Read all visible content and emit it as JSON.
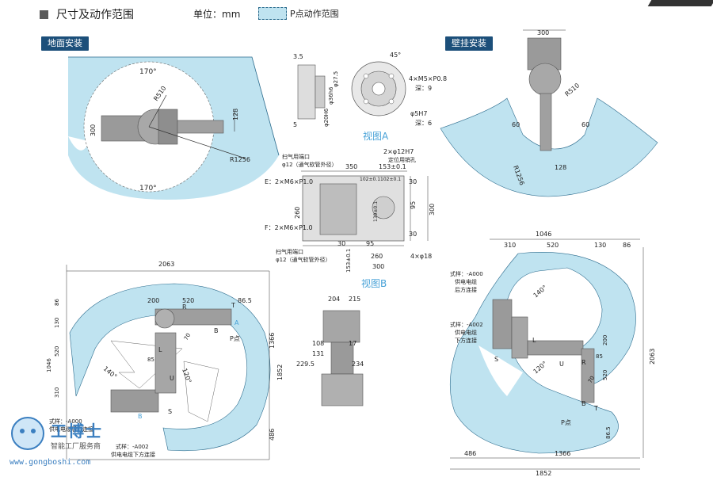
{
  "header": {
    "title": "尺寸及动作范围",
    "unit": "单位：mm",
    "legend": "P点动作范围"
  },
  "panels": {
    "floor": "地面安装",
    "wall": "壁挂安装"
  },
  "floor_top": {
    "angle1": "170°",
    "angle2": "170°",
    "r_small": "R510",
    "r_big": "R1256",
    "d300": "300",
    "d128": "128"
  },
  "view_a": {
    "title": "视图A",
    "d35": "3.5",
    "d5": "5",
    "d275": "φ27.5",
    "d36": "φ36h6",
    "d20": "φ20H6",
    "ang45": "45°",
    "holes": "4×M5×P0.8",
    "depth9": "深：9",
    "pin": "φ5H7",
    "depth6": "深：6"
  },
  "view_b": {
    "title": "视图B",
    "purge_top": "扫气用端口",
    "purge_top2": "φ12（通气软管外径）",
    "purge_bot": "扫气用端口",
    "purge_bot2": "φ12（通气软管外径）",
    "e_label": "E：2×M6×P1.0",
    "f_label": "F：2×M6×P1.0",
    "pin2": "2×φ12H7",
    "pin2_sub": "定位用销孔",
    "holes4": "4×φ18",
    "d350": "350",
    "d153": "153±0.1",
    "d102a": "102±0.1",
    "d102b": "102±0.1",
    "d30a": "30",
    "d260": "260",
    "d95": "95",
    "d300": "300",
    "d139": "139±0.1",
    "d30b": "30",
    "d95b": "95",
    "d260b": "260",
    "d30c": "30",
    "d300b": "300",
    "d153b": "153±0.1"
  },
  "floor_side": {
    "d2063": "2063",
    "d200": "200",
    "d520": "520",
    "d86": "86",
    "d865": "86.5",
    "d130": "130",
    "d1046": "1046",
    "d520v": "520",
    "d310": "310",
    "d1366": "1366",
    "d1852": "1852",
    "d486": "486",
    "d85": "85",
    "d70": "70",
    "ang140": "140°",
    "ang120": "120°",
    "R": "R",
    "U": "U",
    "L": "L",
    "S": "S",
    "B": "B",
    "T": "T",
    "A": "A",
    "B2": "B",
    "ppoint": "P点",
    "opt1": "式样：-A000",
    "opt1b": "供电电缆后方连接",
    "opt2": "式样：-A002",
    "opt2b": "供电电缆下方连接"
  },
  "front": {
    "d204": "204",
    "d215": "215",
    "d108": "108",
    "d17": "17",
    "d131": "131",
    "d2295": "229.5",
    "d234": "234"
  },
  "wall_top": {
    "d300": "300",
    "r510": "R510",
    "d60a": "60",
    "d60b": "60",
    "r1256": "R1256",
    "d128": "128"
  },
  "wall_side": {
    "d1046": "1046",
    "d310": "310",
    "d520": "520",
    "d130": "130",
    "d86": "86",
    "opt1": "式样：-A000",
    "opt1a": "供电电缆",
    "opt1b": "后方连接",
    "opt2": "式样：-A002",
    "opt2a": "供电电缆",
    "opt2b": "下方连接",
    "ang140": "140°",
    "ang120": "120°",
    "d200": "200",
    "d85": "85",
    "d520v": "520",
    "d70": "70",
    "d865": "86.5",
    "d2063": "2063",
    "d486": "486",
    "d1366": "1366",
    "d1852": "1852",
    "S": "S",
    "L": "L",
    "U": "U",
    "R": "R",
    "B": "B",
    "T": "T",
    "ppoint": "P点"
  },
  "watermark": {
    "name": "工博士",
    "sub": "智能工厂服务商",
    "url": "www.gongboshi.com"
  },
  "colors": {
    "range_fill": "#bfe3f0",
    "panel_tag": "#1c4f7a",
    "robot": "#9a9a9a"
  }
}
